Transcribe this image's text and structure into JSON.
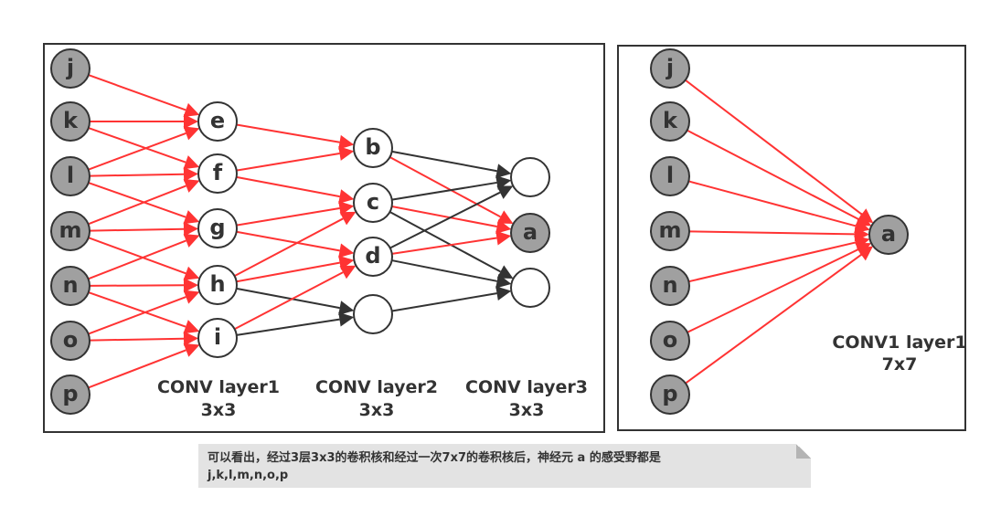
{
  "diagram": {
    "left_panel": {
      "inputs": [
        "j",
        "k",
        "l",
        "m",
        "n",
        "o",
        "p"
      ],
      "layer1": [
        "e",
        "f",
        "g",
        "h",
        "i"
      ],
      "layer2": [
        "b",
        "c",
        "d",
        ""
      ],
      "layer3": [
        "",
        "a",
        ""
      ],
      "edges_layer0_1": [
        {
          "from": "j",
          "to": "e",
          "color": "red"
        },
        {
          "from": "k",
          "to": "e",
          "color": "red"
        },
        {
          "from": "k",
          "to": "f",
          "color": "red"
        },
        {
          "from": "l",
          "to": "e",
          "color": "red"
        },
        {
          "from": "l",
          "to": "f",
          "color": "red"
        },
        {
          "from": "l",
          "to": "g",
          "color": "red"
        },
        {
          "from": "m",
          "to": "f",
          "color": "red"
        },
        {
          "from": "m",
          "to": "g",
          "color": "red"
        },
        {
          "from": "m",
          "to": "h",
          "color": "red"
        },
        {
          "from": "n",
          "to": "g",
          "color": "red"
        },
        {
          "from": "n",
          "to": "h",
          "color": "red"
        },
        {
          "from": "n",
          "to": "i",
          "color": "red"
        },
        {
          "from": "o",
          "to": "h",
          "color": "red"
        },
        {
          "from": "o",
          "to": "i",
          "color": "red"
        },
        {
          "from": "p",
          "to": "i",
          "color": "red"
        }
      ],
      "edges_layer1_2": [
        {
          "from": 0,
          "to": 0,
          "color": "red"
        },
        {
          "from": 1,
          "to": 0,
          "color": "red"
        },
        {
          "from": 1,
          "to": 1,
          "color": "red"
        },
        {
          "from": 2,
          "to": 1,
          "color": "red"
        },
        {
          "from": 2,
          "to": 2,
          "color": "red"
        },
        {
          "from": 3,
          "to": 1,
          "color": "red"
        },
        {
          "from": 3,
          "to": 2,
          "color": "red"
        },
        {
          "from": 3,
          "to": 3,
          "color": "black"
        },
        {
          "from": 4,
          "to": 2,
          "color": "red"
        },
        {
          "from": 4,
          "to": 3,
          "color": "black"
        }
      ],
      "edges_layer2_3": [
        {
          "from": 0,
          "to": 0,
          "color": "black"
        },
        {
          "from": 0,
          "to": 1,
          "color": "red"
        },
        {
          "from": 1,
          "to": 0,
          "color": "black"
        },
        {
          "from": 1,
          "to": 1,
          "color": "red"
        },
        {
          "from": 1,
          "to": 2,
          "color": "black"
        },
        {
          "from": 2,
          "to": 0,
          "color": "black"
        },
        {
          "from": 2,
          "to": 1,
          "color": "red"
        },
        {
          "from": 2,
          "to": 2,
          "color": "black"
        },
        {
          "from": 3,
          "to": 2,
          "color": "black"
        }
      ],
      "labels": [
        {
          "title": "CONV layer1",
          "kernel": "3x3"
        },
        {
          "title": "CONV layer2",
          "kernel": "3x3"
        },
        {
          "title": "CONV layer3",
          "kernel": "3x3"
        }
      ]
    },
    "right_panel": {
      "inputs": [
        "j",
        "k",
        "l",
        "m",
        "n",
        "o",
        "p"
      ],
      "output": "a",
      "label": {
        "title": "CONV1 layer1",
        "kernel": "7x7"
      }
    },
    "colors": {
      "red_edge": "#ff3333",
      "black_edge": "#333333",
      "input_fill": "#a0a0a0",
      "note_bg": "#e3e3e3"
    }
  },
  "note": {
    "line1": "可以看出，经过3层3x3的卷积核和经过一次7x7的卷积核后，神经元 a 的感受野都是",
    "line2": "j,k,l,m,n,o,p"
  }
}
